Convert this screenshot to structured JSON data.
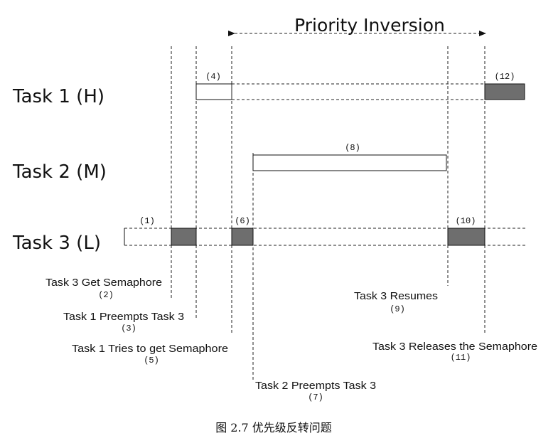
{
  "title": "Priority Inversion",
  "tasks": {
    "task1": "Task 1 (H)",
    "task2": "Task 2 (M)",
    "task3": "Task 3 (L)"
  },
  "markers": {
    "m1": "(1)",
    "m4": "(4)",
    "m6": "(6)",
    "m8": "(8)",
    "m10": "(10)",
    "m12": "(12)"
  },
  "events": {
    "e2": {
      "text": "Task 3 Get Semaphore",
      "num": "(2)"
    },
    "e3": {
      "text": "Task 1 Preempts Task 3",
      "num": "(3)"
    },
    "e5": {
      "text": "Task 1 Tries to get Semaphore",
      "num": "(5)"
    },
    "e7": {
      "text": "Task 2 Preempts Task 3",
      "num": "(7)"
    },
    "e9": {
      "text": "Task 3 Resumes",
      "num": "(9)"
    },
    "e11": {
      "text": "Task 3 Releases the Semaphore",
      "num": "(11)"
    }
  },
  "caption": "图 2.7 优先级反转问题",
  "colors": {
    "running": "#6e6e6e",
    "line": "#222222",
    "background": "#ffffff"
  }
}
